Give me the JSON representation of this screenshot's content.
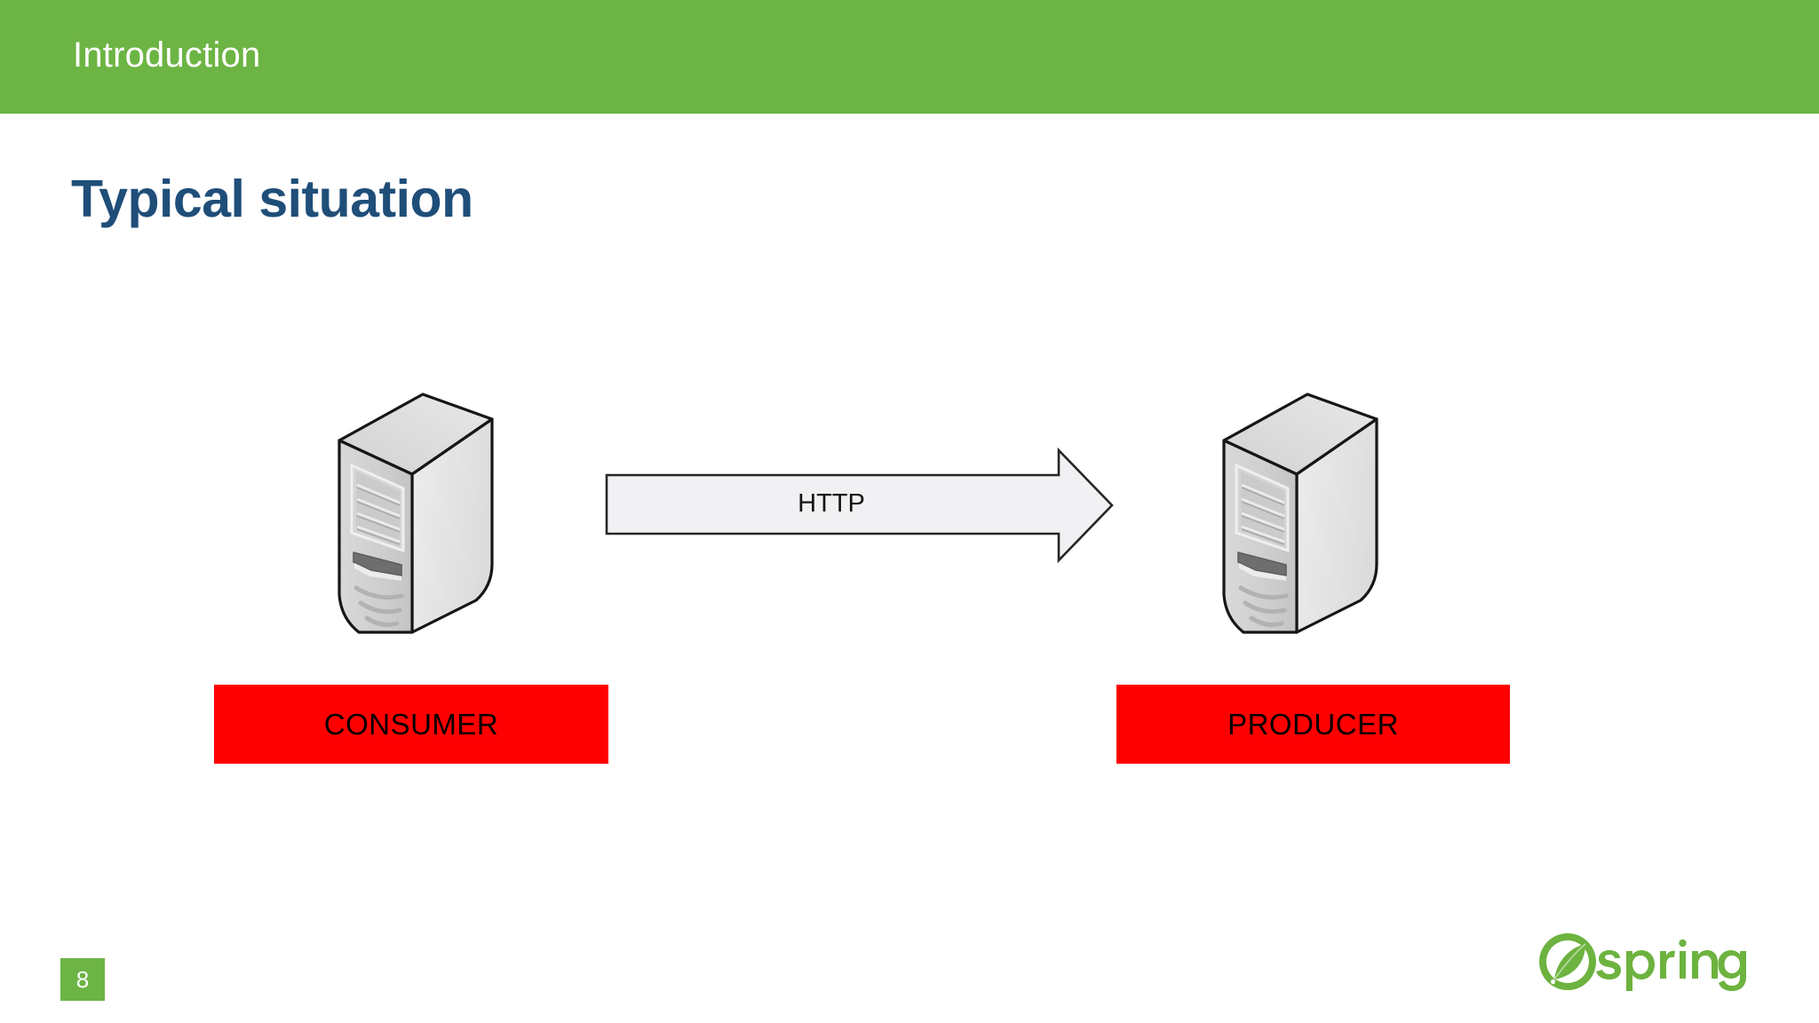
{
  "slide": {
    "section_header": "Introduction",
    "title": "Typical situation",
    "page_number": "8"
  },
  "diagram": {
    "type": "flow",
    "nodes": [
      {
        "id": "consumer",
        "icon": "server-tower-icon",
        "label": "CONSUMER",
        "label_background": "#FF0000",
        "label_color": "#000000"
      },
      {
        "id": "producer",
        "icon": "server-tower-icon",
        "label": "PRODUCER",
        "label_background": "#FF0000",
        "label_color": "#000000"
      }
    ],
    "edges": [
      {
        "id": "consumer-to-producer",
        "from": "consumer",
        "to": "producer",
        "label": "HTTP",
        "shape": "block-arrow-right",
        "fill": "#F1F0F3",
        "stroke": "#262626"
      }
    ]
  },
  "branding": {
    "logo_name": "spring-logo",
    "logo_text": "spring",
    "logo_color": "#6DB33F"
  },
  "theme": {
    "header_green": "#6CB444",
    "title_blue": "#1F4E79",
    "accent_red": "#FF0000",
    "background": "#FFFFFF"
  }
}
